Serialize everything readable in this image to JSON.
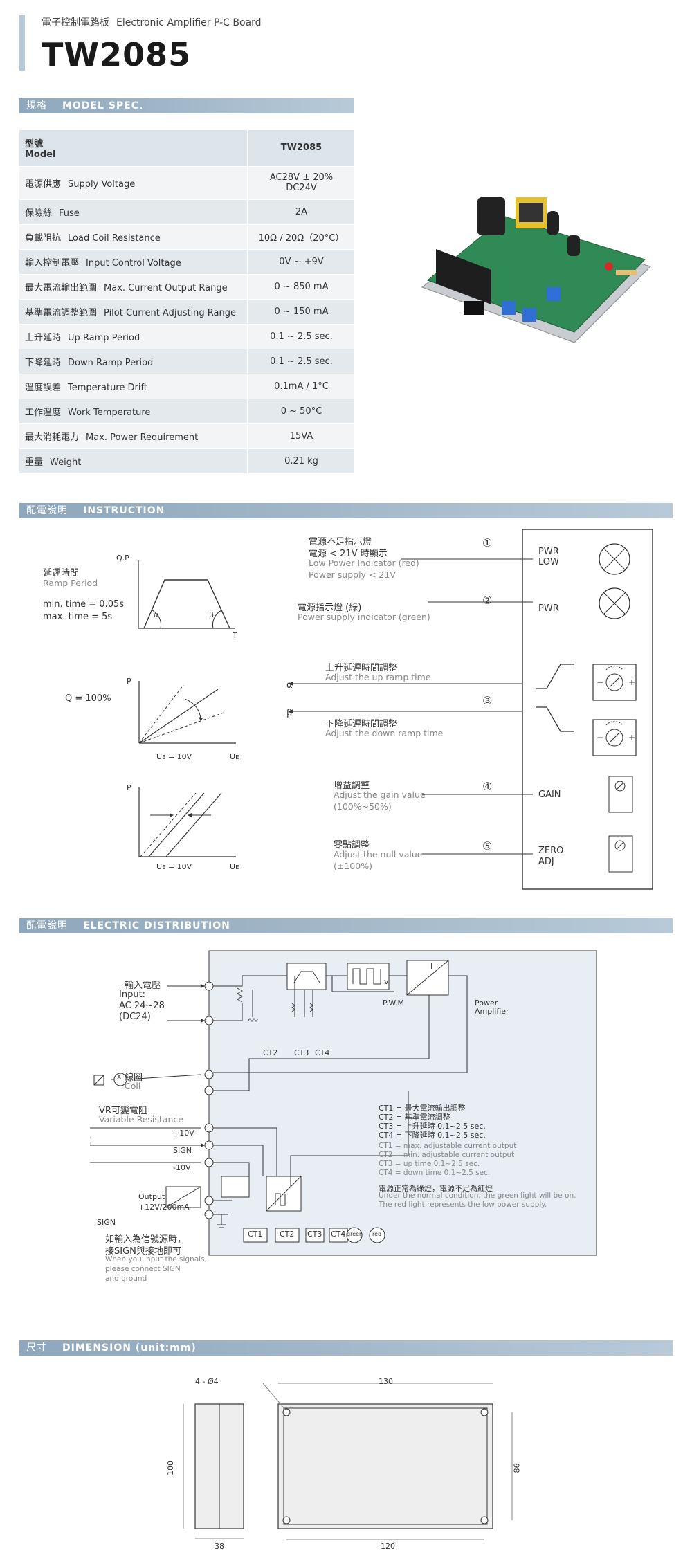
{
  "header": {
    "subtitle_cn": "電子控制電路板",
    "subtitle_en": "Electronic Amplifier P-C Board",
    "model": "TW2085"
  },
  "sections": {
    "spec": {
      "cn": "規格",
      "en": "MODEL SPEC."
    },
    "instruction": {
      "cn": "配電說明",
      "en": "INSTRUCTION"
    },
    "electric": {
      "cn": "配電說明",
      "en": "ELECTRIC DISTRIBUTION"
    },
    "dimension": {
      "cn": "尺寸",
      "en": "DIMENSION (unit:mm)"
    }
  },
  "spec_table": {
    "head": {
      "cn": "型號",
      "en": "Model",
      "value": "TW2085"
    },
    "rows": [
      {
        "cn": "電源供應",
        "en": "Supply Voltage",
        "value": "AC28V ± 20%",
        "value2": "DC24V"
      },
      {
        "cn": "保險絲",
        "en": "Fuse",
        "value": "2A"
      },
      {
        "cn": "負載阻抗",
        "en": "Load Coil Resistance",
        "value": "10Ω / 20Ω（20°C）"
      },
      {
        "cn": "輸入控制電壓",
        "en": "Input Control Voltage",
        "value": "0V ~ +9V"
      },
      {
        "cn": "最大電流輸出範圍",
        "en": "Max. Current Output Range",
        "value": "0 ~ 850 mA"
      },
      {
        "cn": "基準電流調整範圍",
        "en": "Pilot Current Adjusting Range",
        "value": "0 ~ 150 mA"
      },
      {
        "cn": "上升延時",
        "en": "Up Ramp Period",
        "value": "0.1 ~ 2.5 sec."
      },
      {
        "cn": "下降延時",
        "en": "Down Ramp Period",
        "value": "0.1 ~ 2.5 sec."
      },
      {
        "cn": "溫度誤差",
        "en": "Temperature Drift",
        "value": "0.1mA / 1°C"
      },
      {
        "cn": "工作溫度",
        "en": "Work Temperature",
        "value": "0 ~ 50°C"
      },
      {
        "cn": "最大消耗電力",
        "en": "Max. Power Requirement",
        "value": "15VA"
      },
      {
        "cn": "重量",
        "en": "Weight",
        "value": "0.21 kg"
      }
    ]
  },
  "instruction": {
    "ramp_cn": "延遲時間",
    "ramp_en": "Ramp Period",
    "min_time": "min. time = 0.05s",
    "max_time": "max. time = 5s",
    "qp": "Q.P",
    "t_axis": "T",
    "alpha": "α",
    "beta": "β",
    "q100": "Q = 100%",
    "p_axis": "P",
    "ue10": "Uᴇ = 10V",
    "ue": "Uᴇ",
    "item1": {
      "num": "①",
      "cn1": "電源不足指示燈",
      "cn2": "電源 < 21V 時顯示",
      "en1": "Low Power Indicator (red)",
      "en2": "Power supply < 21V",
      "label1": "PWR",
      "label2": "LOW"
    },
    "item2": {
      "num": "②",
      "cn": "電源指示燈 (綠)",
      "en": "Power supply indicator (green)",
      "label": "PWR"
    },
    "item_up": {
      "cn": "上升延遲時間調整",
      "en": "Adjust the up ramp time"
    },
    "item3": {
      "num": "③",
      "cn": "下降延遲時間調整",
      "en": "Adjust the down ramp time"
    },
    "item4": {
      "num": "④",
      "cn": "增益調整",
      "en1": "Adjust the gain value",
      "en2": "(100%~50%)",
      "label": "GAIN"
    },
    "item5": {
      "num": "⑤",
      "cn": "零點調整",
      "en1": "Adjust the null value",
      "en2": "(±100%)",
      "label1": "ZERO",
      "label2": "ADJ"
    }
  },
  "electric": {
    "input_cn": "輸入電壓",
    "input_en": "Input:",
    "input_v1": "AC 24~28",
    "input_v2": "(DC24)",
    "coil_cn": "線圈",
    "coil_en": "Coil",
    "coil_a": "A",
    "vr_cn": "VR可變電阻",
    "vr_en": "Variable Resistance",
    "p10": "+10V",
    "sign": "SIGN",
    "m10": "-10V",
    "output1": "Output:",
    "output2": "+12V/200mA",
    "sign2": "SIGN",
    "note_cn1": "如輸入為信號源時，",
    "note_cn2": "接SIGN與接地即可",
    "note_en1": "When you input the signals,",
    "note_en2": "please connect SIGN",
    "note_en3": "and ground",
    "pwm": "P.W.M",
    "power1": "Power",
    "power2": "Amplifier",
    "v": "v",
    "i": "I",
    "ct2": "CT2",
    "ct3": "CT3",
    "ct4": "CT4",
    "legend_cn": [
      "CT1 = 最大電流輸出調整",
      "CT2 = 基準電流調整",
      "CT3 = 上升延時 0.1~2.5 sec.",
      "CT4 = 下降延時 0.1~2.5 sec."
    ],
    "legend_en": [
      "CT1 = max. adjustable current output",
      "CT2 = min. adjustable current output",
      "CT3 = up time  0.1~2.5 sec.",
      "CT4 = down time 0.1~2.5 sec."
    ],
    "led_cn": "電源正常為綠燈，電源不足為紅燈",
    "led_en1": "Under the normal condition, the green light will be on.",
    "led_en2": "The red light represents the low power supply.",
    "buttons": [
      "CT1",
      "CT2",
      "CT3",
      "CT4"
    ],
    "green": "green",
    "red": "red"
  },
  "dimension": {
    "hole": "4 - Ø4",
    "w130": "130",
    "h100": "100",
    "h86": "86",
    "w38": "38",
    "w120": "120"
  }
}
